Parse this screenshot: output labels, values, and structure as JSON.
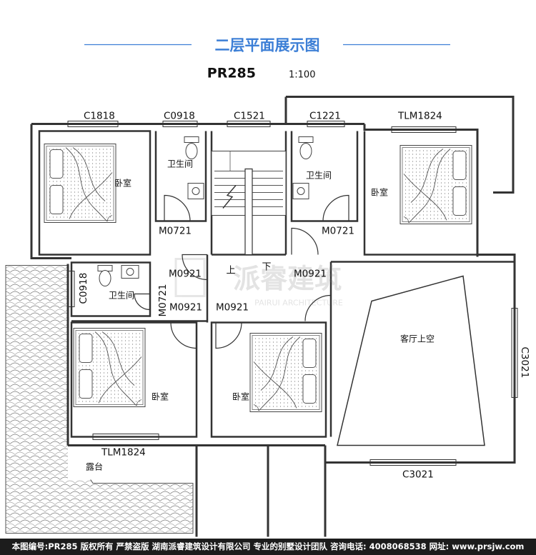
{
  "header": {
    "title": "二层平面展示图",
    "plan_code": "PR285",
    "scale": "1:100"
  },
  "rooms": {
    "bedroom_nw": "卧室",
    "bath_n1": "卫生间",
    "bath_n2": "卫生间",
    "bedroom_ne": "卧室",
    "bath_w": "卫生间",
    "bedroom_sw": "卧室",
    "bedroom_s": "卧室",
    "living_void": "客厅上空",
    "terrace": "露台",
    "stair_up": "上",
    "stair_down": "下"
  },
  "windows": {
    "c1818": "C1818",
    "c0918_top": "C0918",
    "c1521": "C1521",
    "c1221": "C1221",
    "tlm1824_top": "TLM1824",
    "c0918_side": "C0918",
    "c3021_side": "C3021",
    "tlm1824_bottom": "TLM1824",
    "c3021_bottom": "C3021"
  },
  "doors": {
    "m0721_a": "M0721",
    "m0721_b": "M0721",
    "m0921_a": "M0921",
    "m0921_b": "M0921",
    "m0721_c": "M0721",
    "m0921_c": "M0921",
    "m0921_d": "M0921"
  },
  "watermark": {
    "brand": "派睿建筑",
    "sub": "PAIRUI ARCHITECTURE"
  },
  "footer": {
    "text": "本图编号:PR285 版权所有 严禁盗版 湖南派睿建筑设计有限公司 专业的别墅设计团队 咨询电话: 4008068538 网址: www.prsjw.com"
  },
  "colors": {
    "accent": "#3d7fd6",
    "wall": "#333333",
    "footer_bg": "#1c1c1c"
  }
}
